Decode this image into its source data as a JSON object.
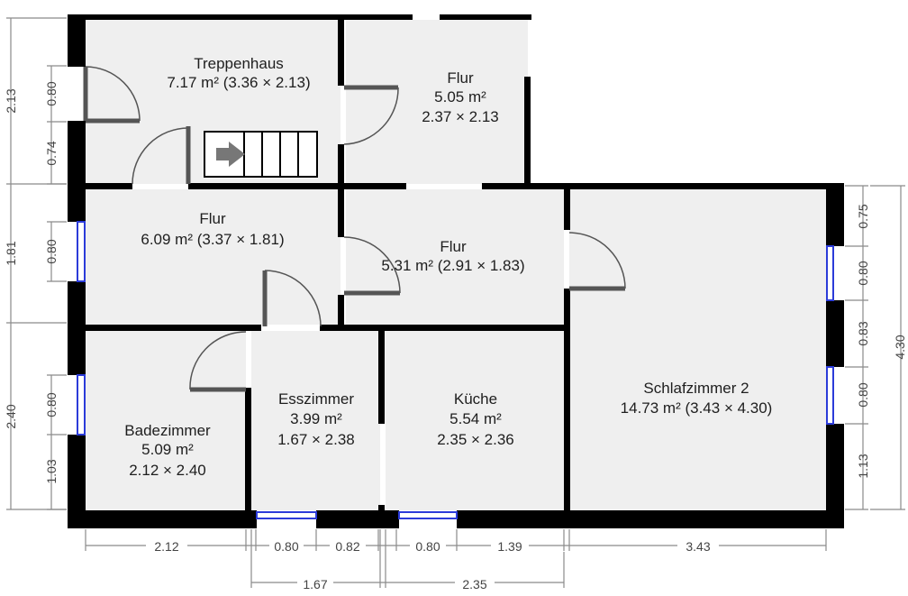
{
  "rooms": {
    "treppenhaus": {
      "name": "Treppenhaus",
      "area": "7.17 m² (3.36 × 2.13)"
    },
    "flur_top": {
      "name": "Flur",
      "area": "5.05 m²",
      "dims": "2.37 × 2.13"
    },
    "flur_left": {
      "name": "Flur",
      "area": "6.09 m² (3.37 × 1.81)"
    },
    "flur_mid": {
      "name": "Flur",
      "area": "5.31 m² (2.91 × 1.83)"
    },
    "esszimmer": {
      "name": "Esszimmer",
      "area": "3.99 m²",
      "dims": "1.67 × 2.38"
    },
    "kueche": {
      "name": "Küche",
      "area": "5.54 m²",
      "dims": "2.35 × 2.36"
    },
    "badezimmer": {
      "name": "Badezimmer",
      "area": "5.09 m²",
      "dims": "2.12 × 2.40"
    },
    "schlafzimmer": {
      "name": "Schlafzimmer 2",
      "area": "14.73 m² (3.43 × 4.30)"
    }
  },
  "dimensions": {
    "left_outer": [
      "2.13",
      "1.81",
      "2.40"
    ],
    "left_inner": [
      "0.80",
      "0.74",
      "0.80",
      "0.80",
      "1.03"
    ],
    "right_inner": [
      "0.75",
      "0.80",
      "0.83",
      "0.80",
      "1.13"
    ],
    "right_outer": [
      "4.30"
    ],
    "bottom_row1": [
      "2.12",
      "0.80",
      "0.82",
      "0.80",
      "1.39",
      "3.43"
    ],
    "bottom_row2": [
      "1.67",
      "2.35"
    ]
  },
  "colors": {
    "wall": "#000000",
    "floor": "#efefef",
    "window": "#2b3bd9",
    "dimension": "#8a8a8a"
  }
}
